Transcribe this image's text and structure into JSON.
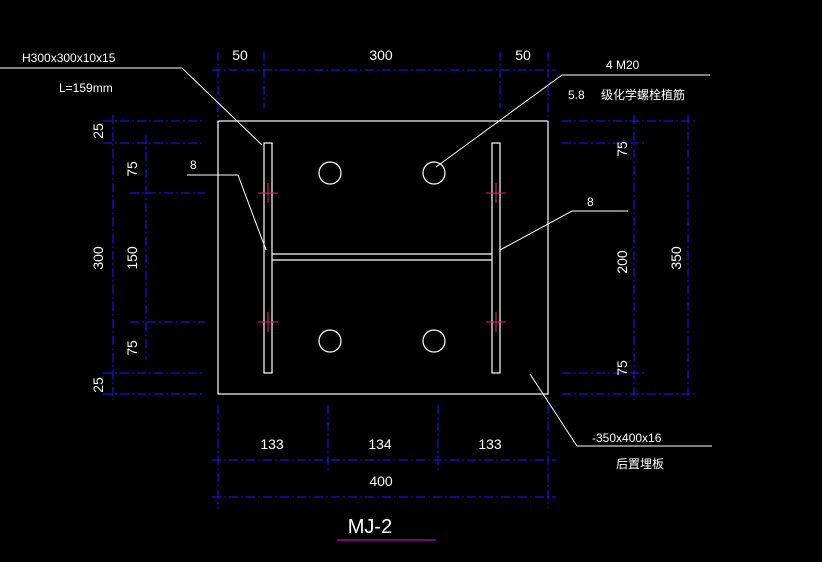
{
  "drawing": {
    "title": "MJ-2",
    "colors": {
      "background": "#000000",
      "outline": "#ffffff",
      "dimension": "#1a1aff",
      "weld": "#e0206e",
      "title_underline": "#c800c8"
    },
    "leaders": {
      "section": "H300x300x10x15",
      "length": "L=159mm",
      "bolts": "4 M20",
      "bolts_grade": "5.8",
      "bolts_desc": "级化学螺栓植筋",
      "plate": "-350x400x16",
      "plate_desc": "后置埋板",
      "weld_left": "8",
      "weld_right": "8"
    },
    "dimensions": {
      "top": [
        "50",
        "300",
        "50"
      ],
      "bottom_parts": [
        "133",
        "134",
        "133"
      ],
      "bottom_total": "400",
      "left_outer": [
        "25",
        "300",
        "25"
      ],
      "left_inner": [
        "75",
        "150",
        "75"
      ],
      "right_inner": [
        "75",
        "200",
        "75"
      ],
      "right_total": "350"
    }
  }
}
